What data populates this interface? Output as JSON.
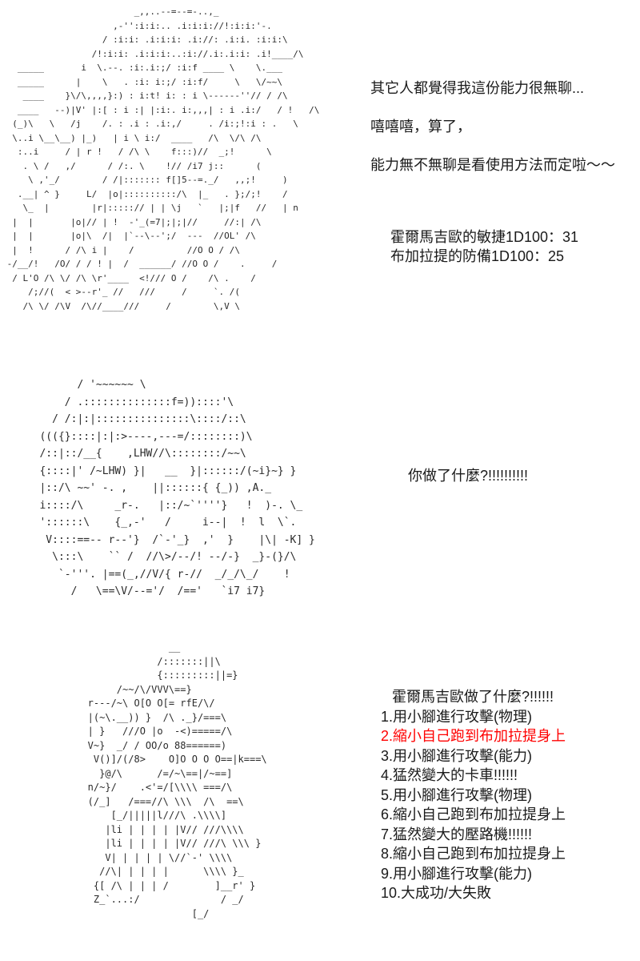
{
  "colors": {
    "background": "#ffffff",
    "text": "#1a1a1a",
    "highlight_red": "#ff0000"
  },
  "dialogue": {
    "lines": [
      "其它人都覺得我這份能力很無聊...",
      "嘻嘻嘻，算了，",
      "能力無不無聊是看使用方法而定啦～～"
    ]
  },
  "dice_rolls": {
    "lines": [
      "霍爾馬吉歐的敏捷1D100：31",
      "布加拉提的防備1D100：25"
    ]
  },
  "reaction": {
    "text": "你做了什麼?!!!!!!!!!!"
  },
  "action_list": {
    "title": "霍爾馬吉歐做了什麼?!!!!!!",
    "items": [
      {
        "text": "1.用小腳進行攻擊(物理)",
        "highlight": false
      },
      {
        "text": "2.縮小自己跑到布加拉提身上",
        "highlight": true
      },
      {
        "text": "3.用小腳進行攻擊(能力)",
        "highlight": false
      },
      {
        "text": "4.猛然變大的卡車!!!!!!",
        "highlight": false
      },
      {
        "text": "5.用小腳進行攻擊(物理)",
        "highlight": false
      },
      {
        "text": "6.縮小自己跑到布加拉提身上",
        "highlight": false
      },
      {
        "text": "7.猛然變大的壓路機!!!!!!",
        "highlight": false
      },
      {
        "text": "8.縮小自己跑到布加拉提身上",
        "highlight": false
      },
      {
        "text": "9.用小腳進行攻擊(能力)",
        "highlight": false
      },
      {
        "text": "10.大成功/大失敗",
        "highlight": false
      }
    ]
  },
  "ascii_art": {
    "figure_top": [
      "                         _,,..--=--=-..,_",
      "                     ,-'':i:i:.. .i:i:i://!:i:i:'-.",
      "                   / :i:i: .i:i:i: .i://: .i:i. :i:i:\\",
      "                 /!:i:i: .i:i:i:..:i://.i:.i:i: .i!____/\\",
      "   _____       i  \\.--. :i:.i:;/ :i:f ____ \\    \\.___",
      "   _____      |    \\   . :i: i:;/ :i:f/     \\   \\/~~\\",
      "    ____    }\\/\\,,,,}:) : i:t! i: : i \\------''// / /\\",
      "   ____   --)|V' |:[ : i :| |:i:. i:,,,| : i .i:/   / !   /\\",
      "  (_)\\   \\   /j    /. : .i : .i:,/     . /i:;!:i : .   \\",
      "  \\..i \\__\\__) |_)   | i \\ i:/  ____   /\\  \\/\\ /\\",
      "   :..i     / | r !   / /\\ \\    f:::)//  _;!      \\",
      "    . \\ /   ,/      / /:. \\    !// /i7 j::      (",
      "     \\ ,'_/        / /|::::::: f[]5--=._/   ,,;!     )",
      "   .__| ^ }     L/  |o|::::::::::/\\  |_   . };/;!    /",
      "    \\_  |        |r|:::::// | | \\j   `   |;|f   //   | n",
      "  |  |       |o|// | !  -'_(=7|;|;|//     //:| /\\",
      "  |  |       |o|\\  /|  |`--\\--';/  ---  //OL' /\\",
      "  |  !      / /\\ i |    /          //O O / /\\",
      " -/__/!   /O/ / / ! |  /  ______/ //O O /    .     /",
      "  / L'O /\\ \\/ /\\ \\r'____  <!/// O /    /\\ .    /",
      "     /;//(  < >--r'_ //   ///     /     `. /(",
      "    /\\ \\/ /\\V  /\\//____///     /        \\,V \\"
    ],
    "figure_middle": [
      "         / '~~~~~~ \\",
      "       / .::::::::::::::f=))::::'\\",
      "     / /:|:|:::::::::::::::\\::::/::\\",
      "   ((({}::::|:|:>----,---=/::::::::)\\",
      "   /::|::/__{    ,LHW//\\::::::::/~~\\",
      "   {::::|' /~LHW) }|   __  }|::::::/(~i}~} }",
      "   |::/\\ ~~' -. ,    ||::::::{ {_)) ,A._",
      "   i::::/\\     _r-.   |::/~`''''}   !  )-. \\_",
      "   '::::::\\    {_,-'   /     i--|  !  l  \\`.",
      "    V::::==-- r--'}  /`-'_}  ,'  }    |\\| -K] }",
      "     \\:::\\    `` /  //\\>/--/! --/-}  _}-(}/\\",
      "      `-'''. |==(_,//V/{ r-//  _/_/\\_/    !",
      "        /   \\==\\V/--='/  /=='   `i7 i7}"
    ],
    "figure_bottom": [
      "                 __",
      "               /:::::::||\\",
      "               {:::::::::||=}",
      "        /~~/\\/VVV\\==}",
      "   r---/~\\ O[O O[= rfE/\\/",
      "   |(~\\.__)) }  /\\ ._}/===\\",
      "   | }   ///O |o  -<)=====/\\",
      "   V~}  _/ / OO/o 88======)",
      "    V()]/(/8>    O]O O O O==|k===\\",
      "     }@/\\      /=/~\\==|/~==]",
      "   n/~}/    .<'=/[\\\\\\\\ ===/\\",
      "   (/_]   /===//\\ \\\\\\  /\\  ==\\",
      "       [_/|||||l///\\ .\\\\\\\\]",
      "      |li | | | | |V// ///\\\\\\\\",
      "      |li | | | | |V// ///\\ \\\\\\ }",
      "      V| | | | | \\//`-' \\\\\\\\",
      "     //\\| | | | |      \\\\\\\\ }_",
      "    {[ /\\ | | | /        ]__r' }",
      "    Z_`...:/              / _/",
      "                     [_/"
    ]
  }
}
